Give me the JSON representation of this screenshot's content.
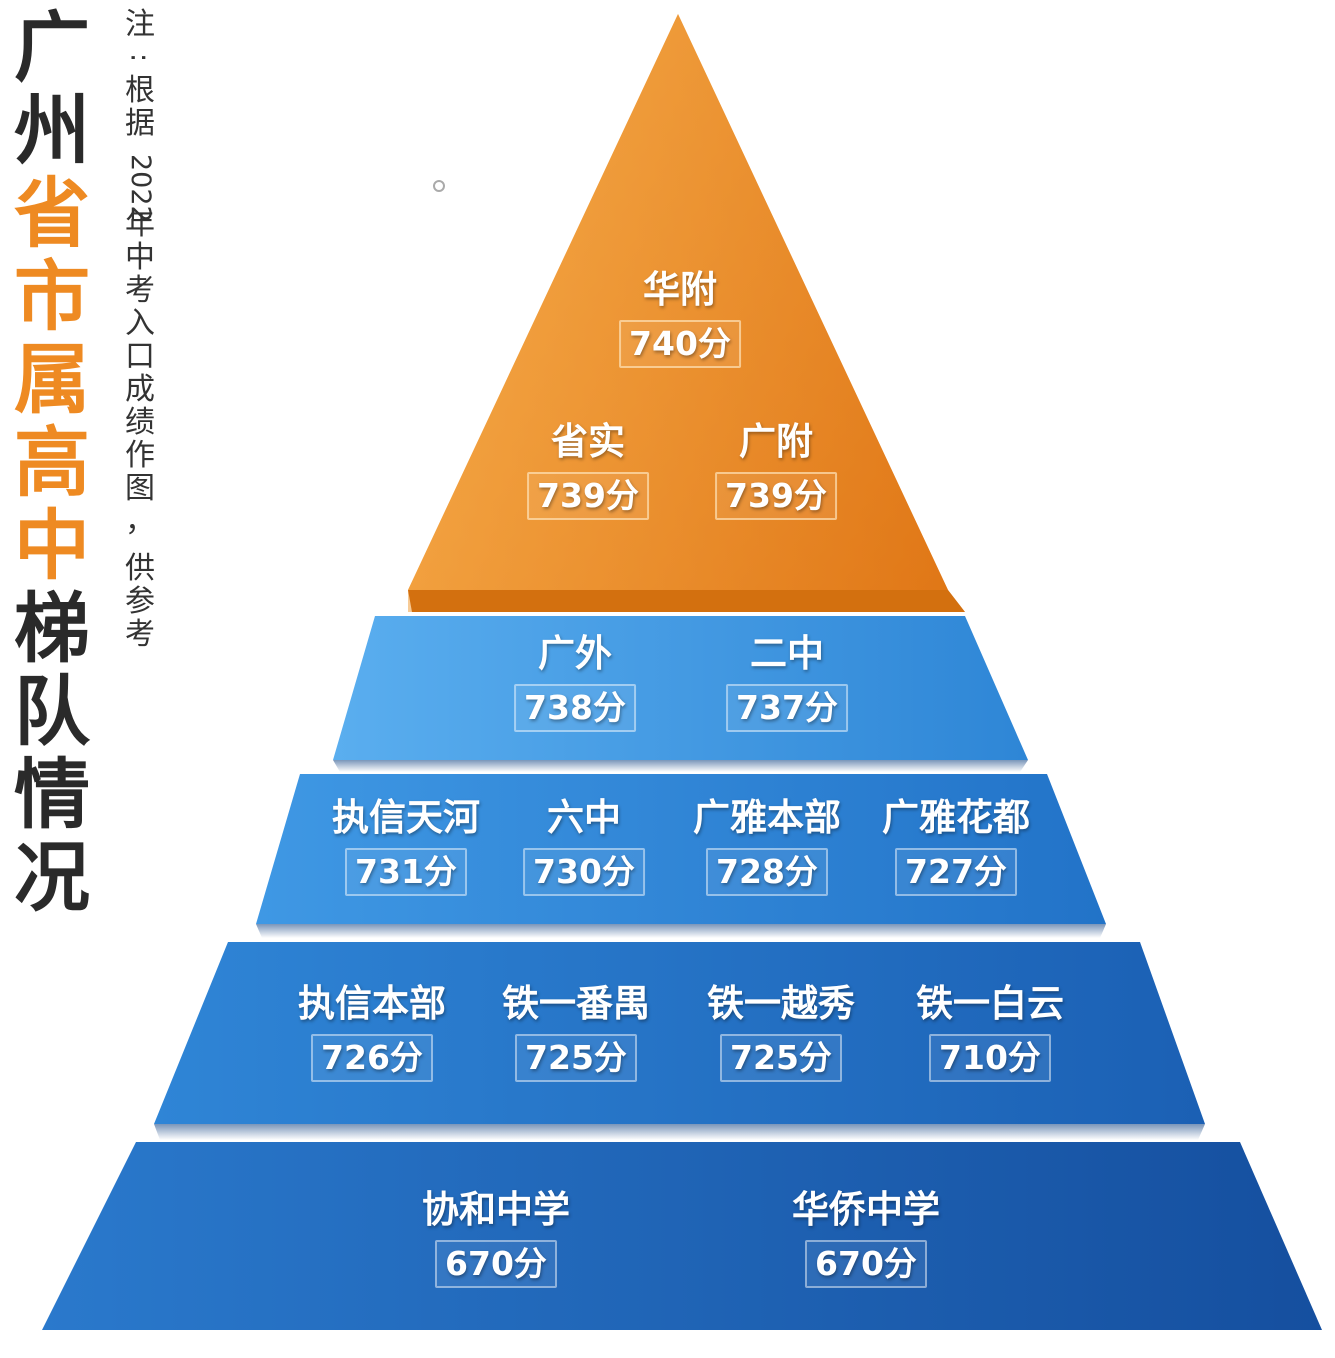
{
  "title": {
    "chars": [
      "广",
      "州",
      "省",
      "市",
      "属",
      "高",
      "中",
      "梯",
      "队",
      "情",
      "况"
    ],
    "accent_chars_index": [
      2,
      3,
      4,
      5,
      6
    ],
    "dark_color": "#2a2a2a",
    "accent_color": "#ee8a22"
  },
  "note": {
    "text": "注:根据2022年中考入口成绩作图，供参考"
  },
  "tiers": [
    {
      "color": "orange",
      "schools": [
        {
          "name": "华附",
          "score": "740分"
        },
        {
          "name": "省实",
          "score": "739分"
        },
        {
          "name": "广附",
          "score": "739分"
        }
      ]
    },
    {
      "color": "blue",
      "schools": [
        {
          "name": "广外",
          "score": "738分"
        },
        {
          "name": "二中",
          "score": "737分"
        }
      ]
    },
    {
      "color": "blue",
      "schools": [
        {
          "name": "执信天河",
          "score": "731分"
        },
        {
          "name": "六中",
          "score": "730分"
        },
        {
          "name": "广雅本部",
          "score": "728分"
        },
        {
          "name": "广雅花都",
          "score": "727分"
        }
      ]
    },
    {
      "color": "blue",
      "schools": [
        {
          "name": "执信本部",
          "score": "726分"
        },
        {
          "name": "铁一番禺",
          "score": "725分"
        },
        {
          "name": "铁一越秀",
          "score": "725分"
        },
        {
          "name": "铁一白云",
          "score": "710分"
        }
      ]
    },
    {
      "color": "blue",
      "schools": [
        {
          "name": "协和中学",
          "score": "670分"
        },
        {
          "name": "华侨中学",
          "score": "670分"
        }
      ]
    }
  ],
  "colors": {
    "orange_light": "#ffb347",
    "orange_dark": "#e07d18",
    "blue_light": "#4a9ee4",
    "blue_dark": "#1c5fb5"
  }
}
